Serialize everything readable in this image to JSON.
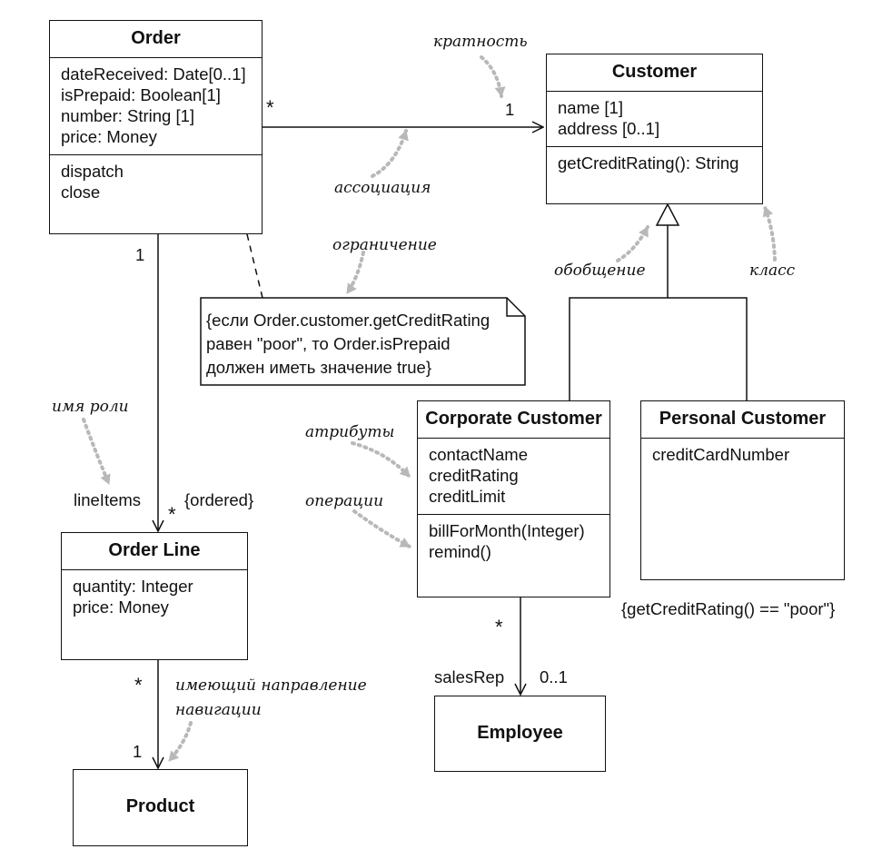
{
  "classes": {
    "order": {
      "name": "Order",
      "attributes": [
        "dateReceived: Date[0..1]",
        "isPrepaid: Boolean[1]",
        "number: String [1]",
        "price: Money"
      ],
      "operations": [
        "dispatch",
        "close"
      ]
    },
    "customer": {
      "name": "Customer",
      "attributes": [
        "name [1]",
        "address [0..1]"
      ],
      "operations": [
        "getCreditRating(): String"
      ]
    },
    "corporate": {
      "name": "Corporate Customer",
      "attributes": [
        "contactName",
        "creditRating",
        "creditLimit"
      ],
      "operations": [
        "billForMonth(Integer)",
        "remind()"
      ]
    },
    "personal": {
      "name": "Personal Customer",
      "attributes": [
        "creditCardNumber"
      ]
    },
    "orderline": {
      "name": "Order Line",
      "attributes": [
        "quantity: Integer",
        "price: Money"
      ]
    },
    "employee": {
      "name": "Employee"
    },
    "product": {
      "name": "Product"
    }
  },
  "note": {
    "lines": [
      "{если Order.customer.getCreditRating",
      "равен \"poor\", то Order.isPrepaid",
      "должен иметь значение true}"
    ]
  },
  "labels": {
    "order_customer_many": "*",
    "order_customer_one": "1",
    "order_orderline_one": "1",
    "orderline_role": "lineItems",
    "orderline_many": "*",
    "orderline_constraint": "{ordered}",
    "orderline_product_many": "*",
    "orderline_product_one": "1",
    "corporate_employee_many": "*",
    "employee_role": "salesRep",
    "employee_mult": "0..1",
    "personal_constraint": "{getCreditRating() == \"poor\"}"
  },
  "annotations": {
    "multiplicity": "кратность",
    "association": "ассоциация",
    "constraint": "ограничение",
    "generalization": "обобщение",
    "class": "класс",
    "role_name": "имя роли",
    "attributes": "атрибуты",
    "operations": "операции",
    "navigability_1": "имеющий направление",
    "navigability_2": "навигации"
  },
  "colors": {
    "line": "#111111",
    "annotation_arrow": "#b8b8b8"
  }
}
